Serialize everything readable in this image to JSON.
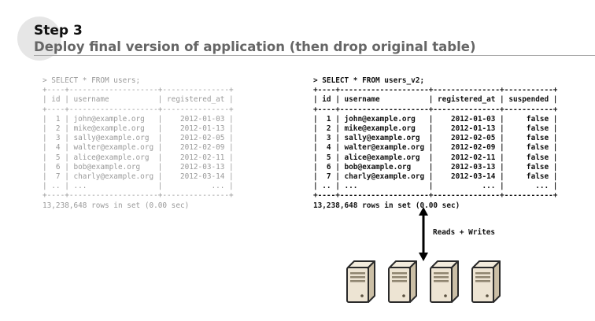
{
  "header": {
    "step": "Step 3",
    "title": "Deploy final version of application (then drop original table)"
  },
  "old_query": {
    "prompt": "> SELECT * FROM users;",
    "columns": [
      "id",
      "username",
      "registered_at"
    ],
    "rows": [
      [
        "1",
        "john@example.org",
        "2012-01-03"
      ],
      [
        "2",
        "mike@example.org",
        "2012-01-13"
      ],
      [
        "3",
        "sally@example.org",
        "2012-02-05"
      ],
      [
        "4",
        "walter@example.org",
        "2012-02-09"
      ],
      [
        "5",
        "alice@example.org",
        "2012-02-11"
      ],
      [
        "6",
        "bob@example.org",
        "2012-03-13"
      ],
      [
        "7",
        "charly@example.org",
        "2012-03-14"
      ],
      [
        "..",
        "...",
        "..."
      ]
    ],
    "footer": "13,238,648 rows in set (0.00 sec)"
  },
  "new_query": {
    "prompt": "> SELECT * FROM users_v2;",
    "columns": [
      "id",
      "username",
      "registered_at",
      "suspended"
    ],
    "rows": [
      [
        "1",
        "john@example.org",
        "2012-01-03",
        "false"
      ],
      [
        "2",
        "mike@example.org",
        "2012-01-13",
        "false"
      ],
      [
        "3",
        "sally@example.org",
        "2012-02-05",
        "false"
      ],
      [
        "4",
        "walter@example.org",
        "2012-02-09",
        "false"
      ],
      [
        "5",
        "alice@example.org",
        "2012-02-11",
        "false"
      ],
      [
        "6",
        "bob@example.org",
        "2012-03-13",
        "false"
      ],
      [
        "7",
        "charly@example.org",
        "2012-03-14",
        "false"
      ],
      [
        "..",
        "...",
        "...",
        "..."
      ]
    ],
    "footer": "13,238,648 rows in set (0.00 sec)"
  },
  "connection": {
    "label": "Reads + Writes"
  },
  "servers": {
    "count": 4,
    "icon": "server-icon"
  }
}
